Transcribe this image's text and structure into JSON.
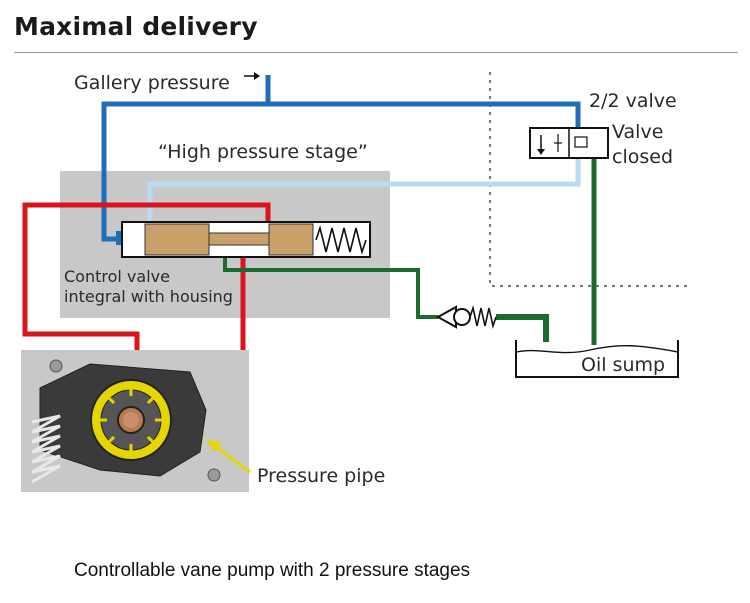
{
  "title": "Maximal delivery",
  "labels": {
    "gallery_pressure": "Gallery pressure",
    "high_pressure_stage": "“High pressure stage”",
    "valve_22": "2/2 valve",
    "valve_closed_1": "Valve",
    "valve_closed_2": "closed",
    "control_valve_1": "Control valve",
    "control_valve_2": "integral with housing",
    "oil_sump": "Oil sump",
    "pressure_pipe": "Pressure pipe"
  },
  "caption": "Controllable vane pump with 2 pressure stages",
  "colors": {
    "blue_line": "#1f6fb8",
    "light_blue_line": "#b8dcf2",
    "red_line": "#d9141c",
    "green_line": "#1c6b2e",
    "housing_grey": "#c8c8c8",
    "piston": "#c9a06a",
    "pump_yellow": "#e6d600"
  }
}
